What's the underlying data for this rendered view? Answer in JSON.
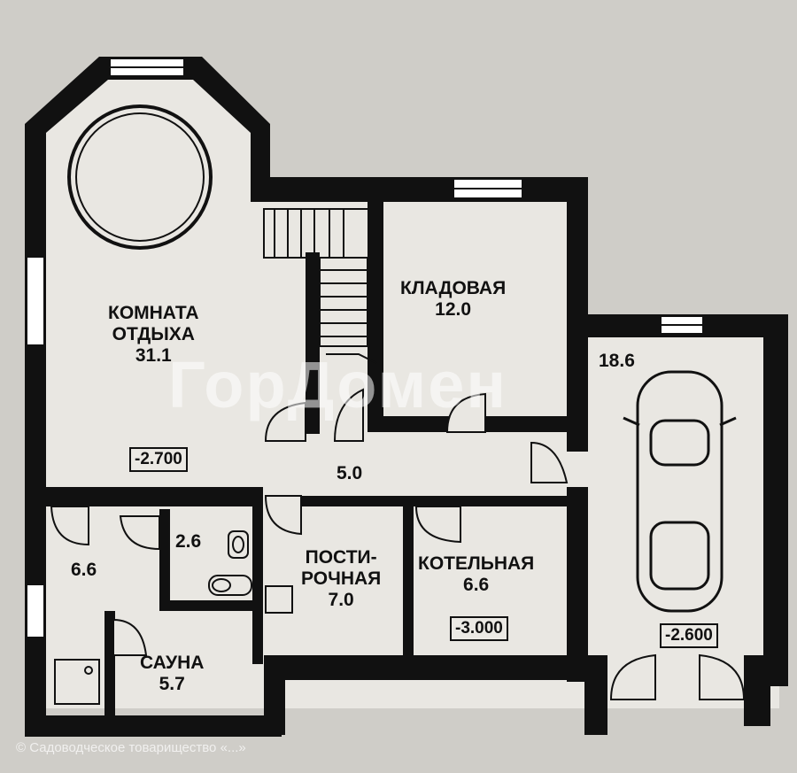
{
  "plan": {
    "rooms": {
      "rest_room": {
        "name": "КОМНАТА\nОТДЫХА",
        "area": "31.1",
        "elevation": "-2.700"
      },
      "storage": {
        "name": "КЛАДОВАЯ",
        "area": "12.0"
      },
      "hall": {
        "area": "5.0"
      },
      "garage": {
        "area": "18.6",
        "elevation": "-2.600"
      },
      "wc": {
        "area": "2.6"
      },
      "shower": {
        "area": "6.6"
      },
      "laundry": {
        "name": "ПОСТИ-\nРОЧНАЯ",
        "area": "7.0"
      },
      "boiler": {
        "name": "КОТЕЛЬНАЯ",
        "area": "6.6",
        "elevation": "-3.000"
      },
      "sauna": {
        "name": "САУНА",
        "area": "5.7"
      }
    },
    "watermark": "ГорДомен",
    "footer_text": "© Садоводческое товарищество «...»"
  },
  "colors": {
    "wall": "#111111",
    "floor": "#e9e7e2",
    "background": "#cfcdc8",
    "window": "#ffffff"
  }
}
